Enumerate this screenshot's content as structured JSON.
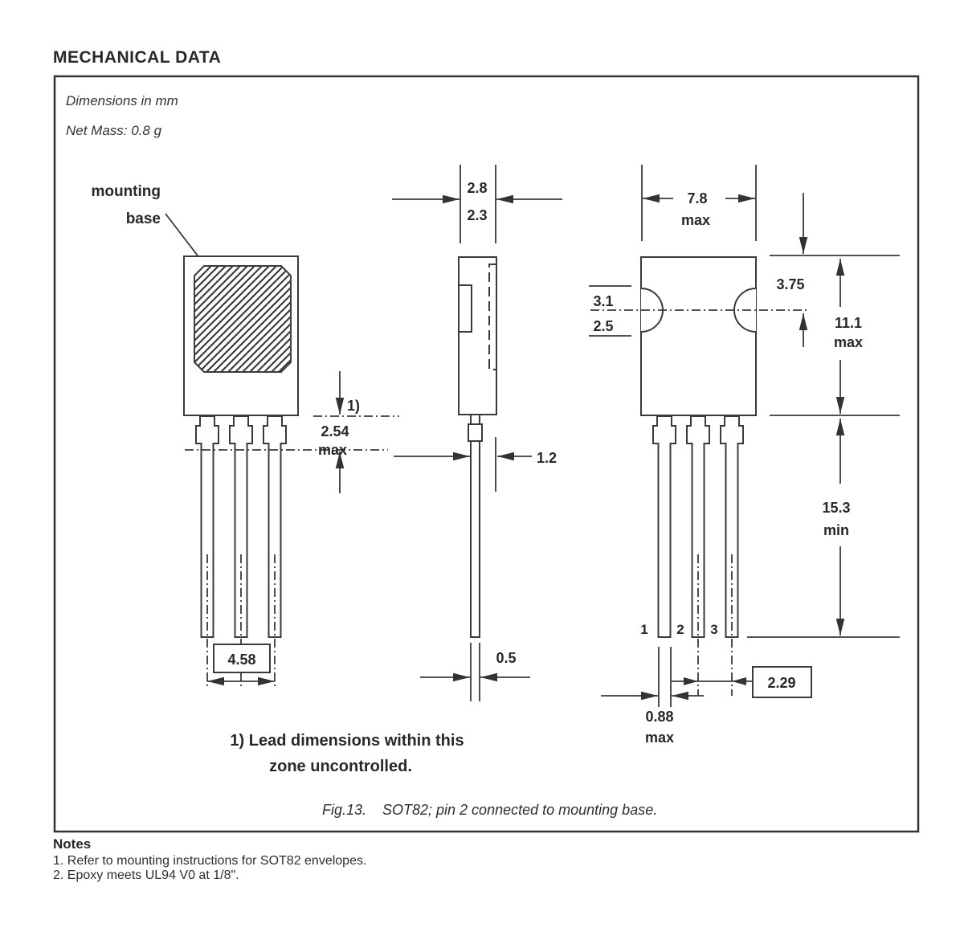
{
  "page": {
    "title": "MECHANICAL DATA"
  },
  "figure": {
    "units_note": "Dimensions in mm",
    "mass_note": "Net Mass: 0.8 g",
    "pointer_label_line1": "mounting",
    "pointer_label_line2": "base",
    "footnote_line1": "1) Lead dimensions within this",
    "footnote_line2": "zone uncontrolled.",
    "caption_prefix": "Fig.13.",
    "caption_body": "SOT82; pin 2 connected to mounting base."
  },
  "dimensions": {
    "front_lead_span": "4.58",
    "zone_ref": "1)",
    "zone_value": "2.54",
    "zone_qualifier": "max",
    "side_width_max": "2.8",
    "side_width_min": "2.3",
    "side_lead_offset": "1.2",
    "side_lead_thickness": "0.5",
    "rear_width_value": "7.8",
    "rear_width_qualifier": "max",
    "hole_dia_max": "3.1",
    "hole_dia_min": "2.5",
    "hole_center_from_top": "3.75",
    "body_height_value": "11.1",
    "body_height_qualifier": "max",
    "lead_length_value": "15.3",
    "lead_length_qualifier": "min",
    "lead_width_value": "0.88",
    "lead_width_qualifier": "max",
    "lead_pitch": "2.29"
  },
  "pins": [
    "1",
    "2",
    "3"
  ],
  "notes": {
    "heading": "Notes",
    "items": [
      "1. Refer to mounting instructions for SOT82 envelopes.",
      "2. Epoxy meets UL94 V0 at 1/8\"."
    ]
  },
  "colors": {
    "ink": "#28282b",
    "line": "#3a3a3c",
    "background": "#ffffff"
  }
}
